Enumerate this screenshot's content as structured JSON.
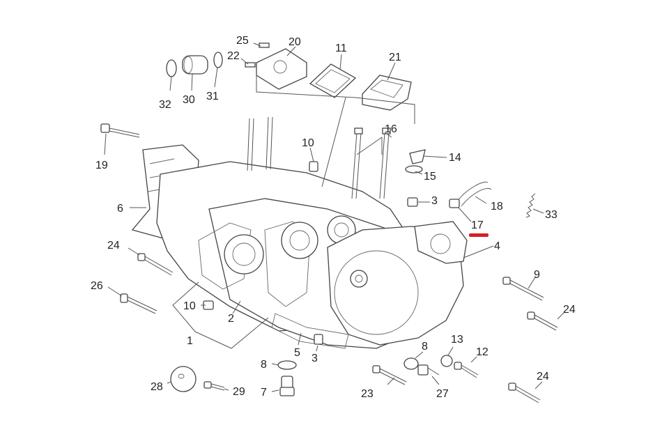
{
  "diagram": {
    "highlight_color": "#d42027",
    "line_color": "#555555",
    "callouts": [
      {
        "id": "c25",
        "text": "25"
      },
      {
        "id": "c20",
        "text": "20"
      },
      {
        "id": "c11",
        "text": "11"
      },
      {
        "id": "c21",
        "text": "21"
      },
      {
        "id": "c22",
        "text": "22"
      },
      {
        "id": "c32",
        "text": "32"
      },
      {
        "id": "c30",
        "text": "30"
      },
      {
        "id": "c31",
        "text": "31"
      },
      {
        "id": "c19",
        "text": "19"
      },
      {
        "id": "c10a",
        "text": "10"
      },
      {
        "id": "c16",
        "text": "16"
      },
      {
        "id": "c14",
        "text": "14"
      },
      {
        "id": "c15",
        "text": "15"
      },
      {
        "id": "c6",
        "text": "6"
      },
      {
        "id": "c3a",
        "text": "3"
      },
      {
        "id": "c18",
        "text": "18"
      },
      {
        "id": "c33",
        "text": "33"
      },
      {
        "id": "c17",
        "text": "17"
      },
      {
        "id": "c4",
        "text": "4"
      },
      {
        "id": "c24a",
        "text": "24"
      },
      {
        "id": "c9",
        "text": "9"
      },
      {
        "id": "c26",
        "text": "26"
      },
      {
        "id": "c10b",
        "text": "10"
      },
      {
        "id": "c2",
        "text": "2"
      },
      {
        "id": "c24b",
        "text": "24"
      },
      {
        "id": "c1",
        "text": "1"
      },
      {
        "id": "c5",
        "text": "5"
      },
      {
        "id": "c3b",
        "text": "3"
      },
      {
        "id": "c8a",
        "text": "8"
      },
      {
        "id": "c13",
        "text": "13"
      },
      {
        "id": "c12",
        "text": "12"
      },
      {
        "id": "c8b",
        "text": "8"
      },
      {
        "id": "c28",
        "text": "28"
      },
      {
        "id": "c29",
        "text": "29"
      },
      {
        "id": "c7",
        "text": "7"
      },
      {
        "id": "c23",
        "text": "23"
      },
      {
        "id": "c27",
        "text": "27"
      },
      {
        "id": "c24c",
        "text": "24"
      }
    ]
  }
}
